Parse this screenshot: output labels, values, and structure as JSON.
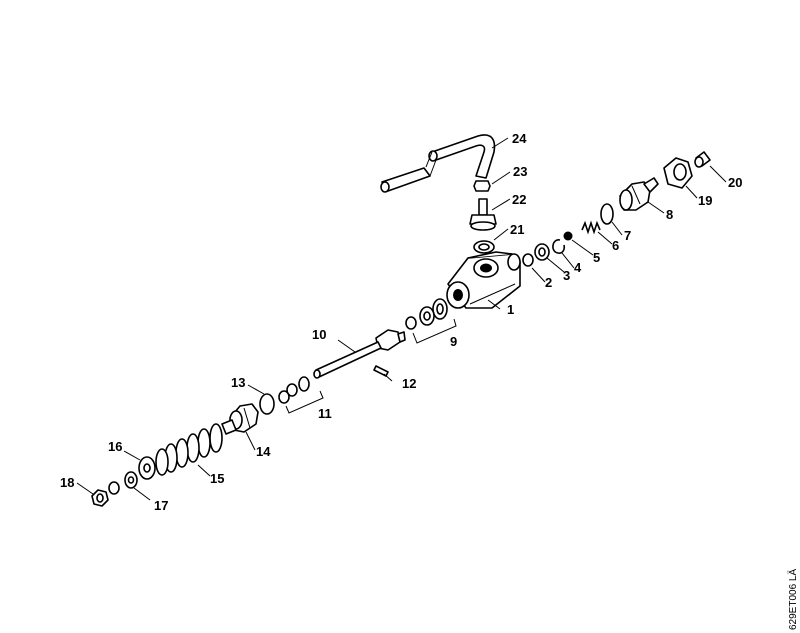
{
  "reference_code": "629ET006 LÄ",
  "labels": {
    "1": "1",
    "2": "2",
    "3": "3",
    "4": "4",
    "5": "5",
    "6": "6",
    "7": "7",
    "8": "8",
    "9": "9",
    "10": "10",
    "11": "11",
    "12": "12",
    "13": "13",
    "14": "14",
    "15": "15",
    "16": "16",
    "17": "17",
    "18": "18",
    "19": "19",
    "20": "20",
    "21": "21",
    "22": "22",
    "23": "23",
    "24": "24"
  }
}
